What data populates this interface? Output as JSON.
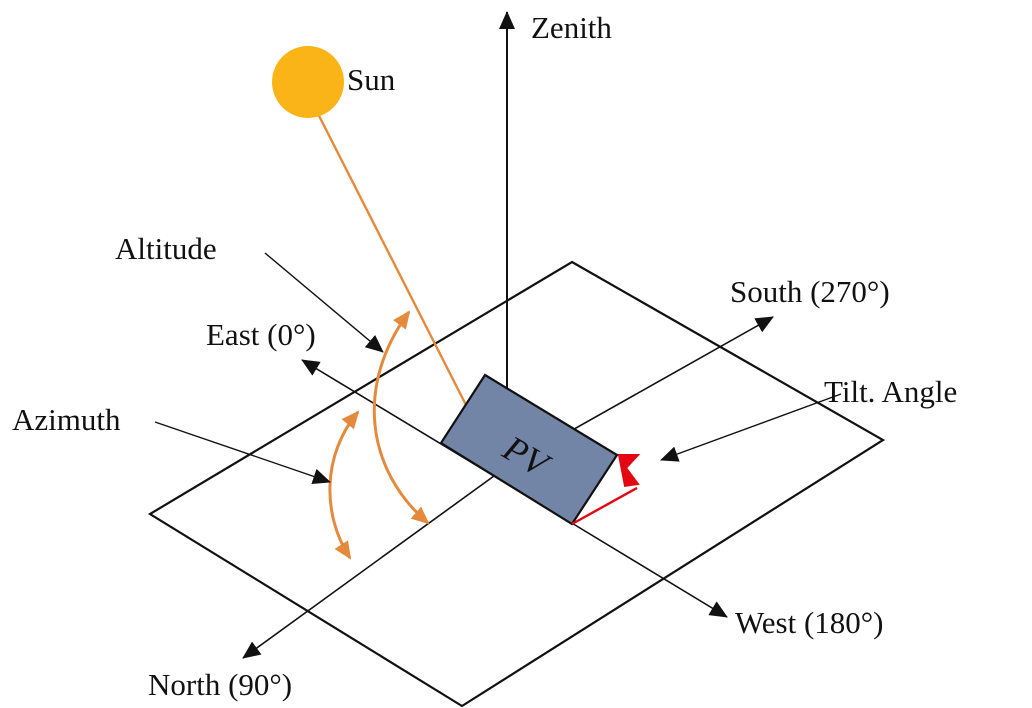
{
  "labels": {
    "zenith": "Zenith",
    "sun": "Sun",
    "altitude": "Altitude",
    "azimuth": "Azimuth",
    "east": "East (0°)",
    "south": "South (270°)",
    "west": "West (180°)",
    "north": "North (90°)",
    "tilt_angle": "Tilt. Angle",
    "pv": "PV"
  },
  "colors": {
    "sun": "#FBB417",
    "sun_ray": "#E58A3C",
    "pv_panel": "#7385A6",
    "tilt_marker": "#E30613",
    "line": "#111111"
  }
}
